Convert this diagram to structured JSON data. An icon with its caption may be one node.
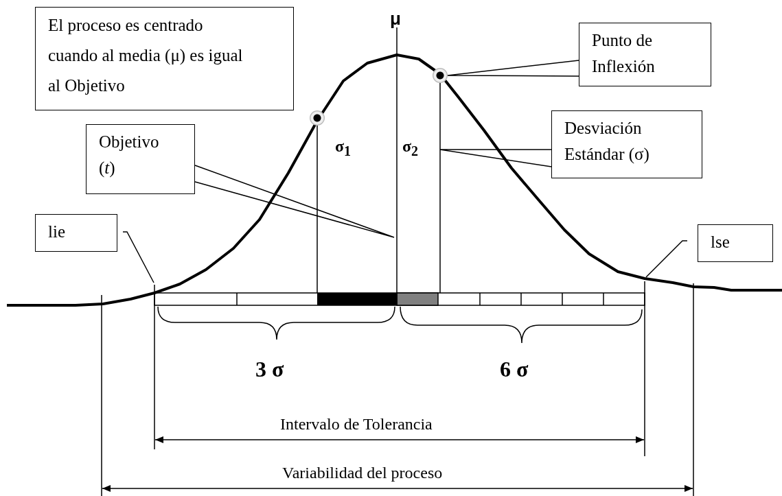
{
  "diagram": {
    "nodes": [
      {
        "text": [
          "El proceso es centrado cuando al media (μ) es igual al Objetivo"
        ]
      },
      {
        "text": [
          "Objetivo (*t*)"
        ]
      },
      {
        "text": [
          "Punto de Inflexión"
        ]
      },
      {
        "text": [
          "Desviación Estándar (σ)"
        ]
      },
      {
        "text": [
          "lie"
        ]
      },
      {
        "text": [
          "lse"
        ]
      },
      {
        "text": [],
        "shape": "circle"
      },
      {
        "text": [],
        "shape": "circle"
      }
    ],
    "edges": [
      {
        "from": 1,
        "to": null,
        "arrow": "none"
      },
      {
        "from": 2,
        "to": 7,
        "arrow": "none"
      },
      {
        "from": 3,
        "to": null,
        "arrow": "none"
      },
      {
        "from": 4,
        "to": null,
        "arrow": "none"
      },
      {
        "from": 5,
        "to": null,
        "arrow": "none"
      }
    ],
    "labels": [
      "μ",
      "σ$_{1}$",
      "σ$_{2}$",
      "3 σ",
      "6 σ",
      "Intervalo de Tolerancia",
      "Variabilidad del proceso"
    ]
  }
}
